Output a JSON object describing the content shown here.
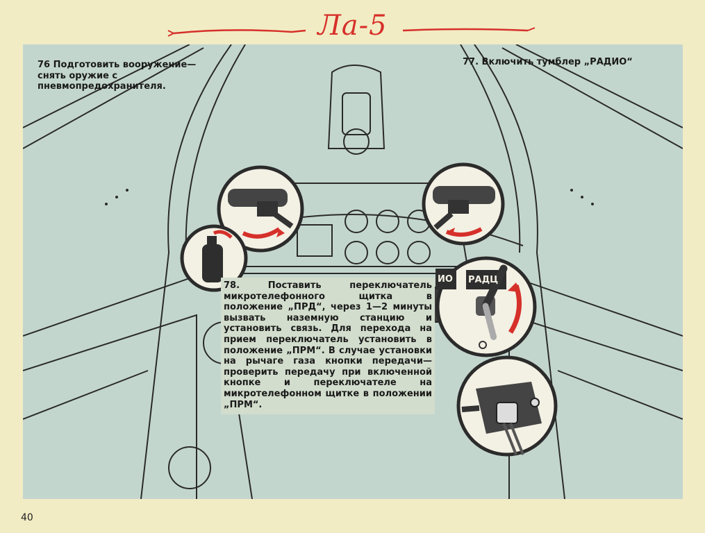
{
  "header": {
    "title": "Ла-5"
  },
  "steps": {
    "step76": "76 Подготовить вооружение—снять оружие с пневмопредохранителя.",
    "step77": "77. Включить тумблер „РАДИО“",
    "step78": "78. Поставить переключатель микротелефонного щитка в положение „ПРД“, через 1—2 минуты вызвать наземную станцию и установить связь. Для перехода на прием переключатель установить в положение „ПРМ“. В случае установки на рычаге газа кнопки передачи—проверить передачу при включенной кнопке и переключателе на микротелефонном щитке в положении „ПРМ“."
  },
  "inset_switch_labels": {
    "left_fragment": "ИО",
    "right_fragment": "РАДЦ"
  },
  "page": {
    "number": "40"
  },
  "colors": {
    "page_background": "#f2ecc4",
    "panel_background": "#c3d6ce",
    "accent_red": "#d6302a",
    "line_art": "#2a2a2a"
  }
}
